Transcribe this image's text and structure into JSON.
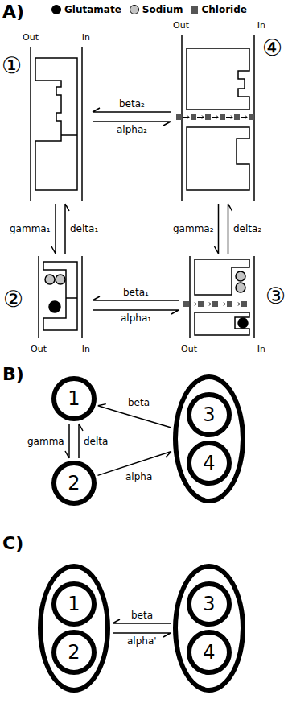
{
  "diagram": {
    "nodes": [
      {
        "text": [
          "Out",
          "In"
        ]
      },
      {
        "text": [
          "Out",
          "In"
        ]
      },
      {
        "text": [
          "Out",
          "In"
        ]
      },
      {
        "text": [
          "Out",
          "In"
        ]
      },
      {
        "text": [
          "1"
        ]
      },
      {
        "text": [
          "2"
        ]
      },
      {
        "text": []
      },
      {
        "text": [
          "3"
        ],
        "in": 6
      },
      {
        "text": [
          "4"
        ],
        "in": 6
      },
      {
        "text": []
      },
      {
        "text": [
          "1"
        ],
        "in": 9
      },
      {
        "text": [
          "2"
        ],
        "in": 9
      },
      {
        "text": []
      },
      {
        "text": [
          "3"
        ],
        "in": 12
      },
      {
        "text": [
          "4"
        ],
        "in": 12
      }
    ],
    "edges": [
      {
        "from": 1,
        "to": 0,
        "arrow": "to",
        "label": "beta₂"
      },
      {
        "from": 0,
        "to": 1,
        "arrow": "to",
        "label": "alpha₂"
      },
      {
        "from": 0,
        "to": 2,
        "arrow": "to",
        "label": "gamma₁"
      },
      {
        "from": 2,
        "to": 0,
        "arrow": "to",
        "label": "delta₁"
      },
      {
        "from": 1,
        "to": 3,
        "arrow": "to",
        "label": "gamma₂"
      },
      {
        "from": 3,
        "to": 1,
        "arrow": "to",
        "label": "delta₂"
      },
      {
        "from": 3,
        "to": 2,
        "arrow": "to",
        "label": "beta₁"
      },
      {
        "from": 2,
        "to": 3,
        "arrow": "to",
        "label": "alpha₁"
      },
      {
        "from": 6,
        "to": 4,
        "arrow": "to",
        "label": "beta"
      },
      {
        "from": 5,
        "to": 6,
        "arrow": "to",
        "label": "alpha"
      },
      {
        "from": 4,
        "to": 5,
        "arrow": "to",
        "label": "gamma"
      },
      {
        "from": 5,
        "to": 4,
        "arrow": "to",
        "label": "delta"
      },
      {
        "from": 12,
        "to": 9,
        "arrow": "to",
        "label": "beta"
      },
      {
        "from": 9,
        "to": 12,
        "arrow": "to",
        "label": "alpha'"
      }
    ],
    "labels": [
      "A)",
      "①",
      "④",
      "②",
      "③",
      "B)",
      "C)"
    ],
    "legend": [
      {
        "text": "Glutamate",
        "color": "#000000"
      },
      {
        "text": "Sodium",
        "color": "#c4c4c4"
      },
      {
        "text": "Chloride",
        "color": "#555555"
      }
    ]
  }
}
